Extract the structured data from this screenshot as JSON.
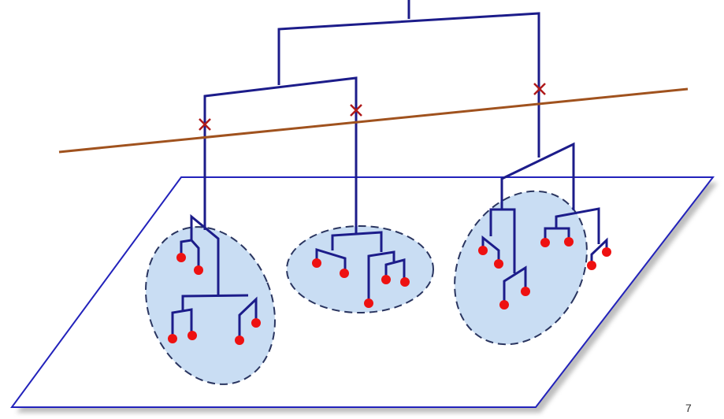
{
  "slide": {
    "page_number": "7"
  },
  "colors": {
    "tree": "#1c1c8a",
    "cutoff_line": "#a0521e",
    "cut_mark": "#b01a1a",
    "leaf": "#ee1111",
    "plane": "#2222bb",
    "cluster_fill": "#c9ddf3"
  },
  "diagram": {
    "clusters": 3,
    "leaves_per_cluster": [
      6,
      5,
      8
    ],
    "cut_marks": 3
  }
}
